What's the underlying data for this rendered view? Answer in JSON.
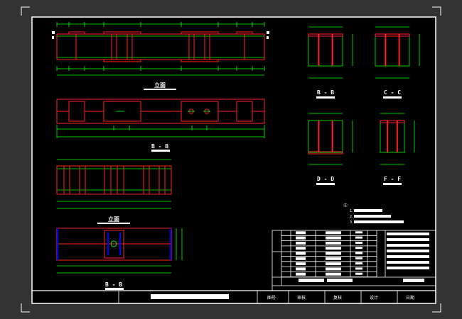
{
  "colors": {
    "background": "#333333",
    "sheet": "#000000",
    "frame": "#ffffff",
    "steel": "#ff2020",
    "dimension": "#00ff00",
    "centerline": "#00c8ff"
  },
  "views": {
    "elevation_title_label": "立面",
    "plan_label": "B - B",
    "view3_title_label": "立面",
    "view4_label": "B - B",
    "sections": [
      "B - B",
      "C - C",
      "D - D",
      "F - F"
    ]
  },
  "notes": {
    "heading": "注:",
    "items": [
      "1.",
      "2.",
      "3."
    ]
  },
  "title_block": {
    "cells": [
      "图号",
      "审核",
      "复核",
      "设计",
      "日期"
    ]
  }
}
